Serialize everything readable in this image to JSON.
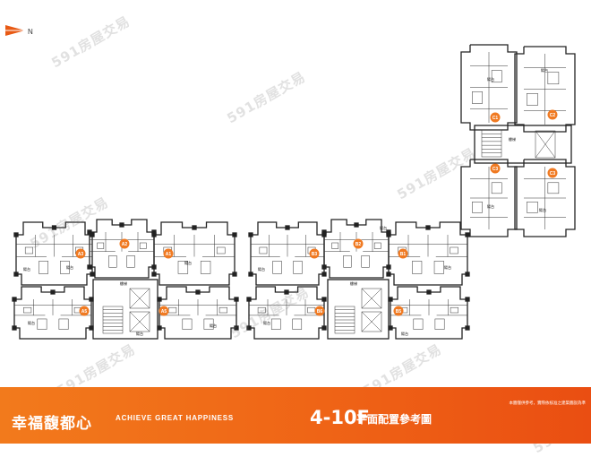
{
  "compass": {
    "label": "N"
  },
  "watermark": "591房屋交易",
  "buildings": {
    "left": {
      "labels": [
        "A3",
        "A2",
        "A1",
        "A5",
        "A5",
        "陽台",
        "陽台",
        "陽台",
        "陽台",
        "陽台",
        "陽台",
        "樓梯"
      ]
    },
    "middle": {
      "labels": [
        "B3",
        "B2",
        "B1",
        "B6",
        "B5",
        "陽台",
        "陽台",
        "陽台",
        "陽台",
        "陽台",
        "樓梯"
      ]
    },
    "right": {
      "labels": [
        "C1",
        "C2",
        "C3",
        "C3",
        "陽台",
        "陽台",
        "陽台",
        "陽台",
        "樓梯"
      ]
    }
  },
  "footer": {
    "brand": "幸福馥都心",
    "tagline": "ACHIEVE GREAT HAPPINESS",
    "floor": "4-10F",
    "title": "平面配置參考圖",
    "note": "本圖僅供參考，實際依核准之建築圖說為準"
  },
  "colors": {
    "accent": "#ef6416",
    "unit_marker": "#f07a22",
    "line": "#222222"
  }
}
